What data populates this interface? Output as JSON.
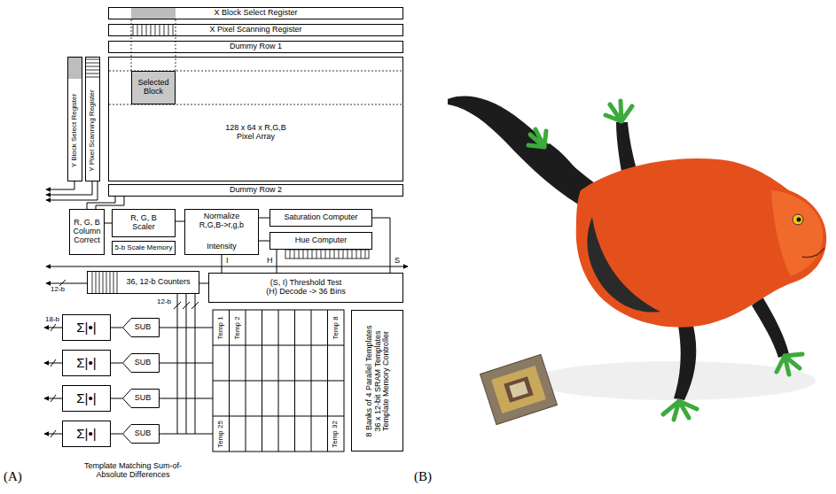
{
  "diagram": {
    "nodes": [
      {
        "text": [
          "X Block Select Register"
        ]
      },
      {
        "text": [
          "X Pixel Scanning Register"
        ]
      },
      {
        "text": [
          "Dummy Row 1"
        ]
      },
      {
        "text": [
          "128 x 64 x R,G,B Pixel Array"
        ]
      },
      {
        "text": [
          "Selected Block"
        ],
        "in": 3
      },
      {
        "text": [
          "Dummy Row 2"
        ]
      },
      {
        "text": [
          "Y Block Select Register"
        ]
      },
      {
        "text": [
          "Y Pixel Scanning Register"
        ]
      },
      {
        "text": [
          "R, G, B Column Correct"
        ]
      },
      {
        "text": [
          "R, G, B Scaler"
        ]
      },
      {
        "text": [
          "5-b Scale Memory"
        ]
      },
      {
        "text": [
          "Normalize R,G,B->r,g,b",
          "Intensity"
        ]
      },
      {
        "text": [
          "Saturation Computer"
        ]
      },
      {
        "text": [
          "Hue Computer"
        ]
      },
      {
        "text": [
          "36, 12-b Counters"
        ]
      },
      {
        "text": [
          "(S, I) Threshold Test",
          "(H) Decode -> 36 Bins"
        ]
      },
      {
        "text": [
          "Σ|•|"
        ]
      },
      {
        "text": [
          "Σ|•|"
        ]
      },
      {
        "text": [
          "Σ|•|"
        ]
      },
      {
        "text": [
          "Σ|•|"
        ]
      },
      {
        "text": [
          "SUB"
        ]
      },
      {
        "text": [
          "SUB"
        ]
      },
      {
        "text": [
          "SUB"
        ]
      },
      {
        "text": [
          "SUB"
        ]
      },
      {
        "text": [
          "8 Banks of 4 Parallel Templates",
          "36 x 12-bit SRAM Templates",
          "Template Memory Controller"
        ]
      }
    ],
    "edges": [
      {
        "from": 8,
        "to": 9,
        "arrow": "none"
      },
      {
        "from": 9,
        "to": 11,
        "arrow": "none"
      },
      {
        "from": 11,
        "to": 12,
        "arrow": "none"
      },
      {
        "from": 11,
        "to": 13,
        "arrow": "none"
      },
      {
        "from": 11,
        "to": 15,
        "arrow": "none"
      },
      {
        "from": 13,
        "to": 15,
        "arrow": "none"
      },
      {
        "from": 12,
        "to": 15,
        "arrow": "none"
      },
      {
        "from": 15,
        "to": 14,
        "arrow": "none"
      },
      {
        "from": 20,
        "to": 16,
        "arrow": "none"
      },
      {
        "from": 21,
        "to": 17,
        "arrow": "none"
      },
      {
        "from": 22,
        "to": 18,
        "arrow": "none"
      },
      {
        "from": 23,
        "to": 19,
        "arrow": "none"
      }
    ],
    "labels": [
      "(A)",
      "(B)",
      "I",
      "H",
      "S",
      "12-b",
      "12-b",
      "18-b",
      "Temp 1",
      "Temp 2",
      "Temp 8",
      "Temp 25",
      "Temp 32",
      "Template Matching Sum-of-Absolute Differences"
    ]
  }
}
